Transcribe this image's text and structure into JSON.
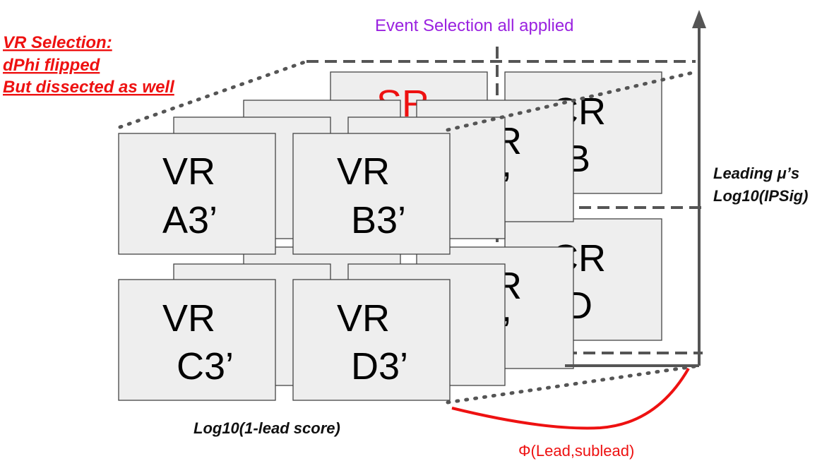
{
  "title": "Event Selection all applied",
  "vr_selection": [
    "VR Selection:",
    "dPhi flipped",
    "But dissected as well"
  ],
  "y_axis_label": [
    "Leading μ’s",
    "Log10(IPSig)"
  ],
  "x_axis_label": "Log10(1-lead score)",
  "phi_axis_label": "Φ(Lead,sublead)",
  "regions": {
    "back_right_top": [
      "CR",
      "B"
    ],
    "back_right_bottom": [
      "CR",
      "D"
    ],
    "back_left_top": [
      "SR"
    ],
    "mid_top_fragment": [
      "R",
      ","
    ],
    "mid_bottom_fragment": [
      "R",
      ","
    ],
    "front_a3": [
      "VR",
      "A3’"
    ],
    "front_b3": [
      "VR",
      "B3’"
    ],
    "front_c3": [
      "VR",
      "C3’"
    ],
    "front_d3": [
      "VR",
      "D3’"
    ]
  },
  "colors": {
    "box_fill": "#eeeeee",
    "box_border": "#444444",
    "title": "#9a22e0",
    "vr_selection": "#ee1111",
    "phi_curve": "#ee1111",
    "axis": "#555555"
  }
}
